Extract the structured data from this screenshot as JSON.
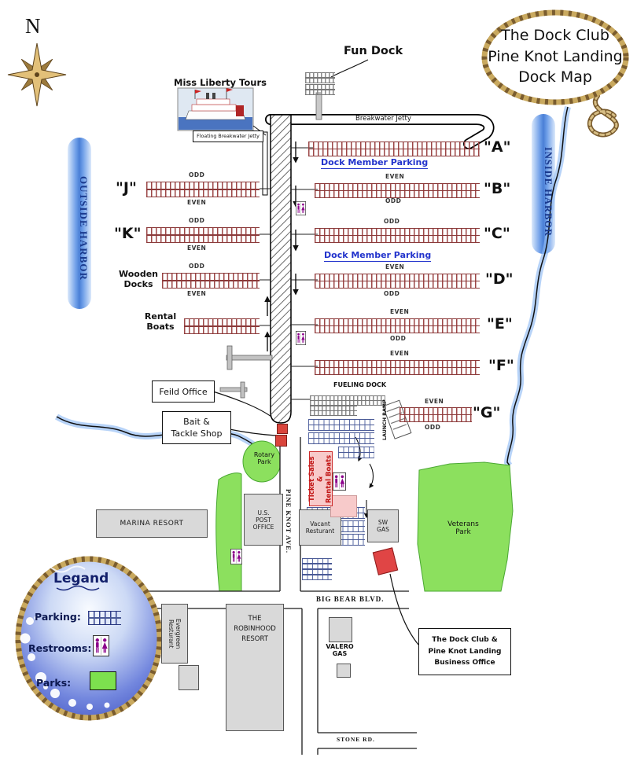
{
  "title": {
    "line1": "The Dock Club",
    "line2": "Pine Knot Landing",
    "line3": "Dock Map"
  },
  "compass": {
    "north": "N"
  },
  "harbor": {
    "outside": "OUTSIDE HARBOR",
    "inside": "INSIDE HARBOR"
  },
  "waterfront": {
    "funDock": "Fun Dock",
    "missLiberty": "Miss Liberty Tours",
    "breakwaterJetty": "Breakwater Jetty",
    "floatingBreakwaterJetty": "Floating Breakwater Jetty",
    "dockMemberParking": "Dock Member Parking",
    "fuelingDock": "FUELING DOCK",
    "launchRamp": "LAUNCH RAMP"
  },
  "docks": {
    "a": {
      "label": "\"A\""
    },
    "b": {
      "label": "\"B\"",
      "top": "EVEN",
      "bottom": "ODD"
    },
    "c": {
      "label": "\"C\"",
      "top": "ODD"
    },
    "d": {
      "label": "\"D\"",
      "top": "EVEN",
      "bottom": "ODD"
    },
    "e": {
      "label": "\"E\"",
      "top": "EVEN",
      "bottom": "ODD"
    },
    "f": {
      "label": "\"F\"",
      "top": "EVEN"
    },
    "g": {
      "label": "\"G\"",
      "top": "EVEN",
      "bottom": "ODD"
    },
    "j": {
      "label": "\"J\"",
      "top": "ODD",
      "bottom": "EVEN"
    },
    "k": {
      "label": "\"K\"",
      "top": "ODD",
      "bottom": "EVEN"
    },
    "wooden": {
      "label": "Wooden Docks",
      "top": "ODD",
      "bottom": "EVEN"
    },
    "rental": {
      "label": "Rental Boats"
    }
  },
  "callouts": {
    "feildOffice": "Feild Office",
    "baitTackleLine1": "Bait &",
    "baitTackleLine2": "Tackle Shop",
    "businessOfficeLine1": "The Dock Club &",
    "businessOfficeLine2": "Pine Knot Landing",
    "businessOfficeLine3": "Business Office"
  },
  "places": {
    "rotaryPark": "Rotary Park",
    "veteransPark": "Veterans Park",
    "marinaResort": "MARINA RESORT",
    "postOffice": "U.S. POST OFFICE",
    "vacantRestaurant": "Vacant Resturant",
    "swGas": "SW GAS",
    "ticketSalesLine1": "Ticket Sales &",
    "ticketSalesLine2": "Rental Boats",
    "robinhoodResort": "THE ROBINHOOD RESORT",
    "evergreenRestaurant": "Evergreen Resturant",
    "valeroGas": "VALERO GAS"
  },
  "roads": {
    "pineKnotAve": "PINE KNOT AVE.",
    "bigBearBlvd": "BIG BEAR BLVD.",
    "stoneRd": "STONE RD."
  },
  "legend": {
    "title": "Legand",
    "parkingLabel": "Parking:",
    "restroomsLabel": "Restrooms:",
    "parksLabel": "Parks:"
  },
  "colors": {
    "water": "#4a7fd6",
    "dockRed": "#9c4747",
    "parkGreen": "#8ce05e",
    "buildingGray": "#d9d9d9",
    "accentRed": "#d93a3a",
    "restroomPurple": "#8b008b",
    "ropeTan": "#c9a95f",
    "parkingBlue": "#2233cc"
  }
}
